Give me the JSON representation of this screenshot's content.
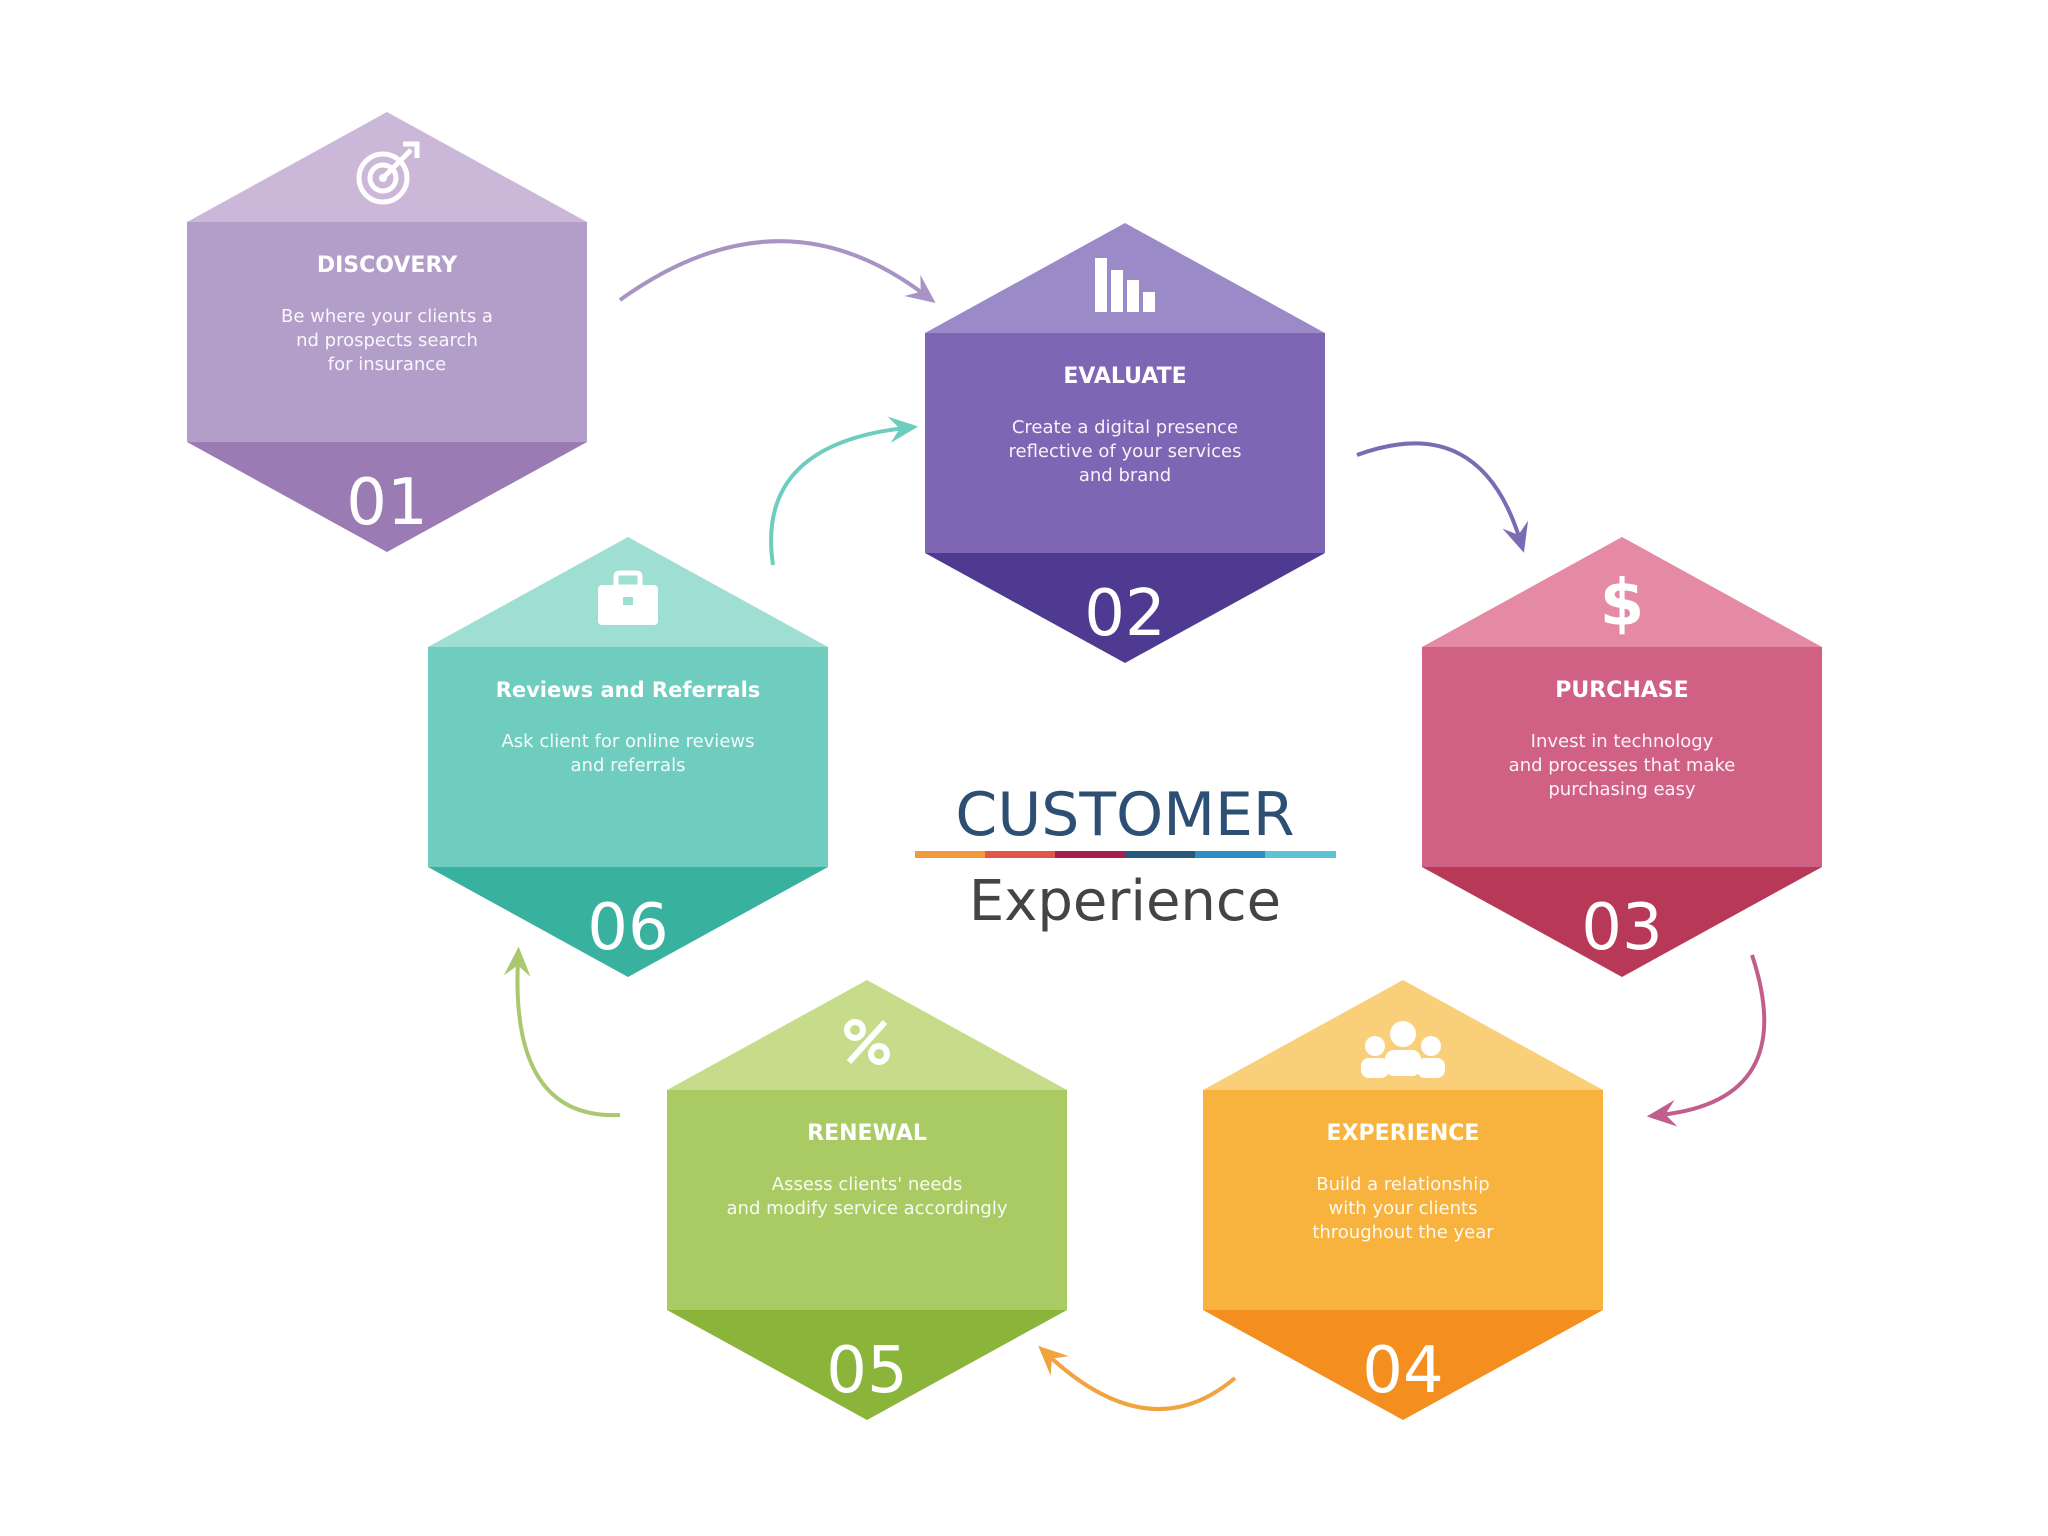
{
  "center": {
    "title": "CUSTOMER",
    "subtitle": "Experience",
    "title_color": "#2d4f74",
    "subtitle_color": "#444444",
    "underline_colors": [
      "#f39a3e",
      "#e2554b",
      "#a41f4d",
      "#27597d",
      "#2f8fc4",
      "#5fc3d6"
    ]
  },
  "steps": [
    {
      "number": "01",
      "title": "DISCOVERY",
      "description": [
        "Be where your clients a",
        "nd prospects search",
        "for insurance"
      ],
      "icon": "target-icon",
      "colors": {
        "top": "#cbb7d8",
        "mid": "#b39ec9",
        "bottom": "#9a7bb3"
      }
    },
    {
      "number": "02",
      "title": "EVALUATE",
      "description": [
        "Create a digital presence",
        "reflective of your services",
        "and brand"
      ],
      "icon": "bar-chart-icon",
      "colors": {
        "top": "#9a8ac8",
        "mid": "#7f66b4",
        "bottom": "#4e3a90"
      }
    },
    {
      "number": "03",
      "title": "PURCHASE",
      "description": [
        "Invest in technology",
        "and processes that make",
        "purchasing easy"
      ],
      "icon": "dollar-icon",
      "colors": {
        "top": "#e48aa5",
        "mid": "#d06185",
        "bottom": "#b73957"
      }
    },
    {
      "number": "04",
      "title": "EXPERIENCE",
      "description": [
        "Build a relationship",
        "with your clients",
        "throughout the year"
      ],
      "icon": "people-icon",
      "colors": {
        "top": "#f9cf7a",
        "mid": "#f7b33e",
        "bottom": "#f48e1f"
      }
    },
    {
      "number": "05",
      "title": "RENEWAL",
      "description": [
        "Assess clients' needs",
        "and modify service accordingly"
      ],
      "icon": "percent-icon",
      "colors": {
        "top": "#c6dc8b",
        "mid": "#aacb63",
        "bottom": "#8bb43b"
      }
    },
    {
      "number": "06",
      "title": "Reviews and Referrals",
      "description": [
        "Ask client for online reviews",
        "and referrals"
      ],
      "icon": "briefcase-icon",
      "colors": {
        "top": "#9fded3",
        "mid": "#6fcdbf",
        "bottom": "#38b19e"
      }
    }
  ],
  "arrows": [
    {
      "from": "01",
      "to": "02",
      "color": "#a894c4"
    },
    {
      "from": "02",
      "to": "03",
      "color": "#7b6bb2"
    },
    {
      "from": "03",
      "to": "04",
      "color": "#c25e8b"
    },
    {
      "from": "04",
      "to": "05",
      "color": "#f1a33d"
    },
    {
      "from": "05",
      "to": "06",
      "color": "#a9c86f"
    },
    {
      "from": "06",
      "to": "02",
      "color": "#6fcdbf"
    }
  ]
}
